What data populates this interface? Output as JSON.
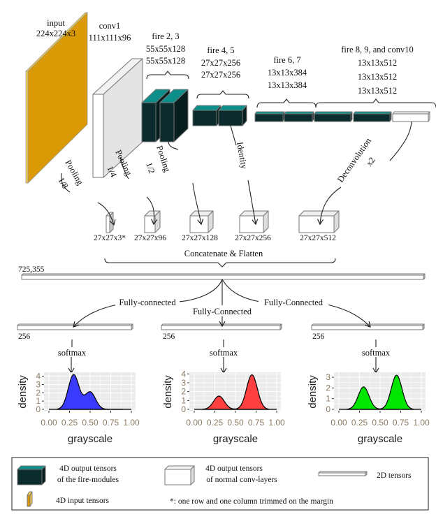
{
  "layers": {
    "input": {
      "name": "input",
      "size": "224x224x3"
    },
    "conv1": {
      "name": "conv1",
      "size": "111x111x96"
    },
    "fire23": {
      "name": "fire 2, 3",
      "sizes": [
        "55x55x128",
        "55x55x128"
      ]
    },
    "fire45": {
      "name": "fire 4, 5",
      "sizes": [
        "27x27x256",
        "27x27x256"
      ]
    },
    "fire67": {
      "name": "fire 6, 7",
      "sizes": [
        "13x13x384",
        "13x13x384"
      ]
    },
    "fire89": {
      "name": "fire 8, 9, and conv10",
      "sizes": [
        "13x13x512",
        "13x13x512",
        "13x13x512"
      ]
    }
  },
  "operations": {
    "pool8": {
      "label": "Pooling",
      "factor": "1/8"
    },
    "pool4": {
      "label": "Pooling",
      "factor": "1/4"
    },
    "pool2": {
      "label": "Pooling",
      "factor": "1/2"
    },
    "identity": {
      "label": "Identity"
    },
    "deconv": {
      "label": "Deconvolution",
      "factor": "x2"
    }
  },
  "resized": [
    "27x27x3*",
    "27x27x96",
    "27x27x128",
    "27x27x256",
    "27x27x512"
  ],
  "concat_label": "Concatenate & Flatten",
  "flat_size": "725,355",
  "fc_labels": [
    "Fully-connected",
    "Fully-Connected",
    "Fully-Connected"
  ],
  "fc_sizes": [
    "256",
    "256",
    "256"
  ],
  "softmax_label": "softmax",
  "colors": {
    "fire_front": "#0b2b2c",
    "fire_top": "#0e8e8a",
    "input": "#d99a06",
    "blue": "#3b3bff",
    "red": "#ff4040",
    "green": "#00e600"
  },
  "chart_data": [
    {
      "type": "area",
      "xlabel": "grayscale",
      "ylabel": "density",
      "xlim": [
        0,
        1
      ],
      "ylim": [
        0,
        4.4
      ],
      "xticks": [
        "0.00",
        "0.25",
        "0.50",
        "0.75",
        "1.00"
      ],
      "yticks": [
        "0",
        "1",
        "2",
        "3",
        "4"
      ],
      "peaks": [
        {
          "x": 0.3,
          "density": 4.2
        },
        {
          "x": 0.5,
          "density": 2.1
        }
      ],
      "fill": "#3b3bff",
      "grid": true
    },
    {
      "type": "area",
      "xlabel": "grayscale",
      "ylabel": "density",
      "xlim": [
        0,
        1
      ],
      "ylim": [
        0,
        4.1
      ],
      "xticks": [
        "0.00",
        "0.25",
        "0.50",
        "0.75",
        "1.00"
      ],
      "yticks": [
        "0",
        "1",
        "2",
        "3",
        "4"
      ],
      "peaks": [
        {
          "x": 0.3,
          "density": 1.5
        },
        {
          "x": 0.7,
          "density": 3.9
        }
      ],
      "fill": "#ff4040",
      "grid": true
    },
    {
      "type": "area",
      "xlabel": "grayscale",
      "ylabel": "density",
      "xlim": [
        0,
        1
      ],
      "ylim": [
        0,
        3.4
      ],
      "xticks": [
        "0.00",
        "0.25",
        "0.50",
        "0.75",
        "1.00"
      ],
      "yticks": [
        "0",
        "1",
        "2",
        "3"
      ],
      "peaks": [
        {
          "x": 0.3,
          "density": 2.1
        },
        {
          "x": 0.7,
          "density": 3.2
        }
      ],
      "fill": "#00e600",
      "grid": true
    }
  ],
  "legend": {
    "fire": [
      "4D output tensors",
      "of the fire-modules"
    ],
    "conv": [
      "4D output tensors",
      "of normal conv-layers"
    ],
    "flat": "2D tensors",
    "input": "4D input tensors",
    "note": "*: one row and one column trimmed on the margin"
  }
}
